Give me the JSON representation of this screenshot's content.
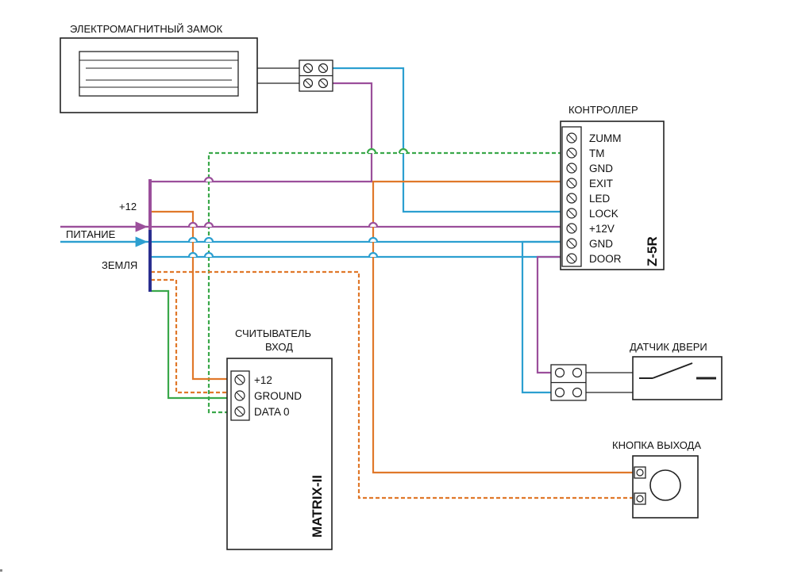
{
  "colors": {
    "purple": "#9b4f9b",
    "blue": "#2c9fd0",
    "orange": "#e0782a",
    "green": "#3aa84a",
    "navy": "#2a2e8f",
    "black": "#222222"
  },
  "lock": {
    "label": "ЭЛЕКТРОМАГНИТНЫЙ ЗАМОК"
  },
  "controller": {
    "label": "КОНТРОЛЛЕР",
    "model": "Z-5R",
    "pins": [
      "ZUMM",
      "TM",
      "GND",
      "EXIT",
      "LED",
      "LOCK",
      "+12V",
      "GND",
      "DOOR"
    ]
  },
  "power": {
    "plus12": "+12",
    "supply": "ПИТАНИЕ",
    "ground": "ЗЕМЛЯ"
  },
  "reader": {
    "label_line1": "СЧИТЫВАТЕЛЬ",
    "label_line2": "ВХОД",
    "model": "MATRIX-II",
    "pins": [
      "+12",
      "GROUND",
      "DATA 0"
    ]
  },
  "door_sensor": {
    "label": "ДАТЧИК ДВЕРИ"
  },
  "exit_button": {
    "label": "КНОПКА ВЫХОДА"
  }
}
